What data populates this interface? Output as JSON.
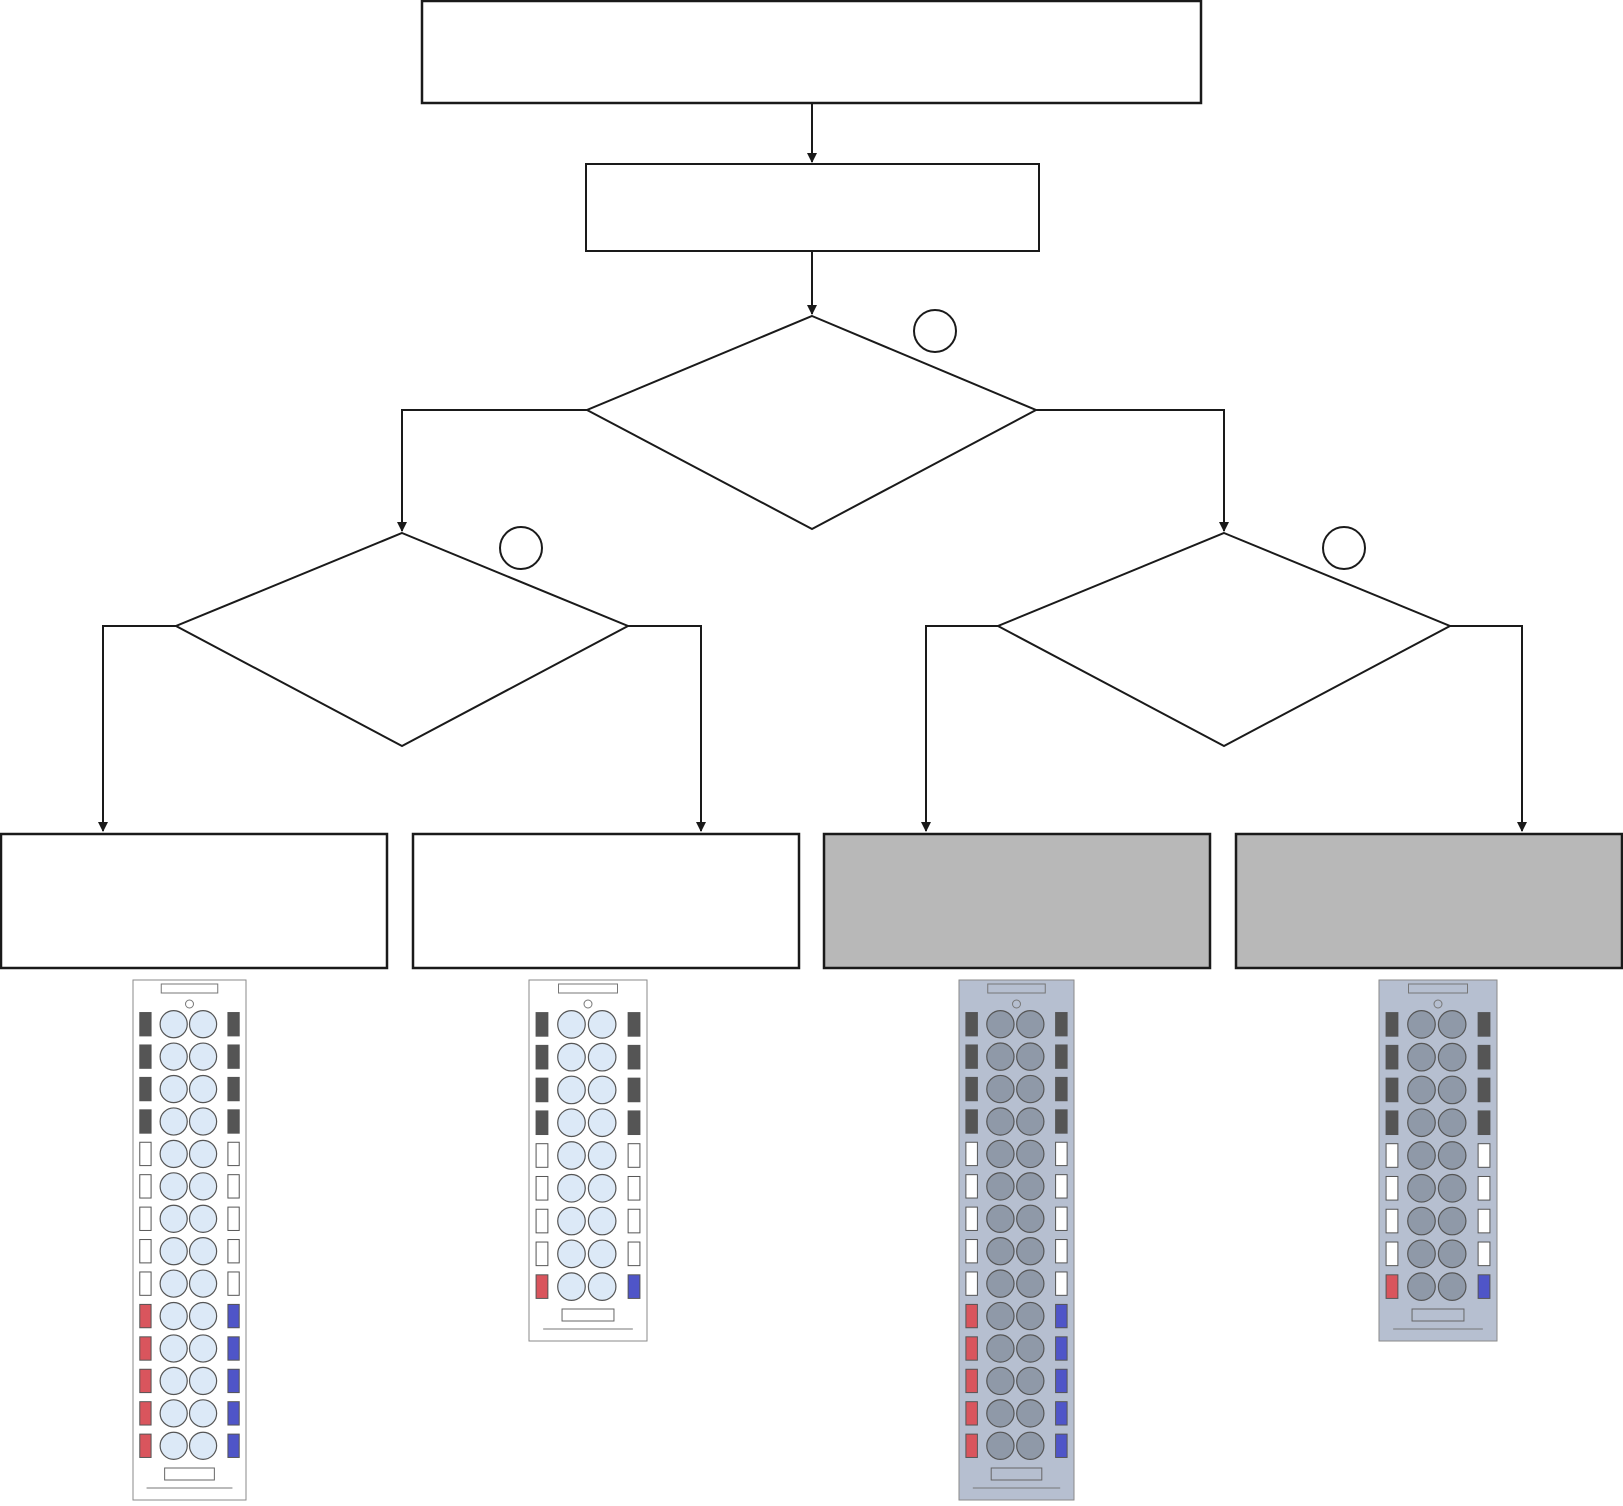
{
  "diagram": {
    "top_box": {
      "label": ""
    },
    "second_box": {
      "label": ""
    },
    "decision_root": {
      "label": "",
      "marker": ""
    },
    "decision_left": {
      "label": "",
      "marker": ""
    },
    "decision_right": {
      "label": "",
      "marker": ""
    },
    "outcomes": [
      {
        "label": "",
        "shaded": false
      },
      {
        "label": "",
        "shaded": false
      },
      {
        "label": "",
        "shaded": true
      },
      {
        "label": "",
        "shaded": true
      }
    ],
    "devices": [
      {
        "size": "large",
        "tint": "light",
        "rows": 14,
        "dark_pairs": 4,
        "colored_pairs": 5
      },
      {
        "size": "small",
        "tint": "light",
        "rows": 9,
        "dark_pairs": 4,
        "colored_pairs": 1
      },
      {
        "size": "large",
        "tint": "steel",
        "rows": 14,
        "dark_pairs": 4,
        "colored_pairs": 5
      },
      {
        "size": "small",
        "tint": "steel",
        "rows": 9,
        "dark_pairs": 4,
        "colored_pairs": 1
      }
    ]
  },
  "colors": {
    "line": "#1a1a1a",
    "shaded_box": "#b8b8b8",
    "device_light_bg": "#ffffff",
    "device_steel_bg": "#b6bfd0",
    "cell_light": "#dce9f7",
    "cell_steel": "#8f99a8",
    "dark_block": "#555555",
    "red_block": "#d9555d",
    "blue_block": "#4f55c8",
    "light_block": "#ffffff"
  }
}
